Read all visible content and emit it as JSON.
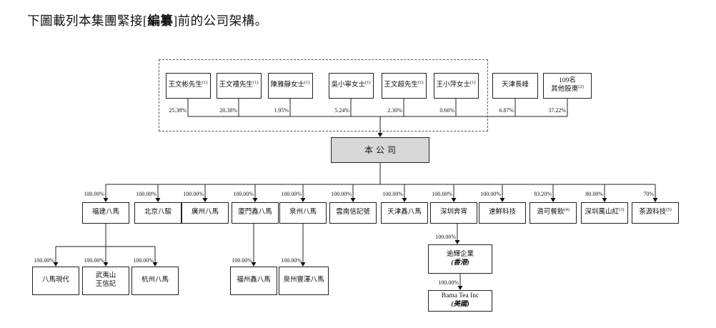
{
  "title": {
    "text_before": "下圖載列本集團緊接[",
    "text_bold": "編纂",
    "text_after": "]前的公司架構。"
  },
  "diagram": {
    "company": {
      "name": "本公司"
    },
    "shareholders": [
      {
        "name": "王文彬先生",
        "sup": "(1)",
        "pct": "25.38%"
      },
      {
        "name": "王文禮先生",
        "sup": "(1)",
        "pct": "20.38%"
      },
      {
        "name": "陳雅靜女士",
        "sup": "(1)",
        "pct": "1.95%"
      },
      {
        "name": "吳小寧女士",
        "sup": "(1)",
        "pct": "5.24%"
      },
      {
        "name": "王文超先生",
        "sup": "(1)",
        "pct": "2.30%"
      },
      {
        "name": "王小萍女士",
        "sup": "(1)",
        "pct": "0.66%"
      },
      {
        "name": "天津長峰",
        "pct": "6.87%"
      },
      {
        "lines": [
          "109名",
          "其他股東"
        ],
        "sup": "(2)",
        "pct": "37.22%"
      }
    ],
    "subsidiaries": [
      {
        "name": "福建八馬",
        "pct": "100.00%"
      },
      {
        "name": "北京八駿",
        "pct": "100.00%"
      },
      {
        "name": "廣州八馬",
        "pct": "100.00%"
      },
      {
        "name": "廈門鑫八馬",
        "pct": "100.00%"
      },
      {
        "name": "泉州八馬",
        "pct": "100.00%"
      },
      {
        "name": "雲南信記號",
        "pct": "100.00%"
      },
      {
        "name": "天津鑫八馬",
        "pct": "100.00%"
      },
      {
        "name": "深圳奔宵",
        "pct": "100.00%"
      },
      {
        "name": "速鮮科技",
        "pct": "100.00%"
      },
      {
        "name": "滴可餐飲",
        "sup": "(4)",
        "pct": "83.20%"
      },
      {
        "name": "深圳萬山紅",
        "sup": "(3)",
        "pct": "80.00%"
      },
      {
        "name": "茶源科技",
        "sup": "(5)",
        "pct": "70%"
      }
    ],
    "sub_subsidiaries": [
      {
        "name": "八馬現代",
        "pct": "100.00%",
        "parent": "福建八馬"
      },
      {
        "lines": [
          "武夷山",
          "王信記"
        ],
        "pct": "100.00%",
        "parent": "福建八馬"
      },
      {
        "name": "杭州八馬",
        "pct": "100.00%",
        "parent": "福建八馬"
      },
      {
        "name": "福州鑫八馬",
        "pct": "100.00%",
        "parent": "廈門鑫八馬"
      },
      {
        "name": "泉州豐澤八馬",
        "pct": "100.00%",
        "parent": "泉州八馬"
      },
      {
        "name": "逾輝企業",
        "region": "(香港)",
        "pct": "100.00%",
        "parent": "深圳奔宵"
      },
      {
        "name": "Bama Tea Inc",
        "region": "(美國)",
        "pct": "100.00%",
        "parent": "逾輝企業"
      }
    ]
  }
}
